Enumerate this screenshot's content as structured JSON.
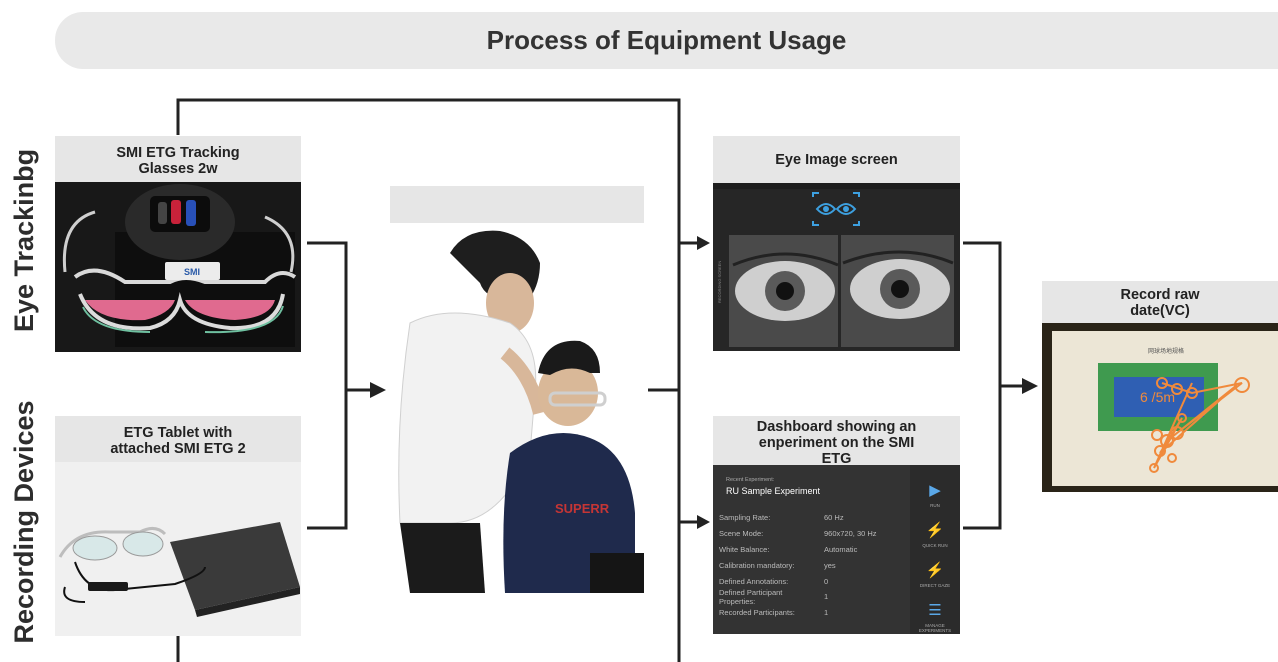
{
  "title": "Process of Equipment Usage",
  "side_labels": {
    "eye_tracking": "Eye Trackinbg",
    "recording_devices": "Recording Devices"
  },
  "panels": {
    "glasses": {
      "title_line1": "SMI ETG Tracking",
      "title_line2": "Glasses 2w",
      "brand": "SMI"
    },
    "tablet": {
      "title_line1": "ETG Tablet with",
      "title_line2": "attached SMI ETG 2"
    },
    "person": {
      "title": ""
    },
    "eye_image": {
      "title": "Eye Image screen",
      "side_text": "RECORDING SCREEN"
    },
    "dashboard": {
      "title_line1": "Dashboard showing an",
      "title_line2": "enperiment on the SMI",
      "title_line3": "ETG",
      "recent_label": "Recent Experiment:",
      "experiment_name": "RU Sample Experiment",
      "rows": [
        {
          "label": "Sampling Rate:",
          "value": "60 Hz"
        },
        {
          "label": "Scene Mode:",
          "value": "960x720, 30 Hz"
        },
        {
          "label": "White Balance:",
          "value": "Automatic"
        },
        {
          "label": "Calibration mandatory:",
          "value": "yes"
        },
        {
          "label": "Defined Annotations:",
          "value": "0"
        },
        {
          "label": "Defined Participant Properties:",
          "value": "1"
        },
        {
          "label": "Recorded Participants:",
          "value": "1"
        }
      ],
      "buttons": [
        "RUN",
        "QUICK RUN",
        "DIRECT GAZE",
        "MANAGE EXPERIMENTS"
      ]
    },
    "record": {
      "title_line1": "Record raw",
      "title_line2": "date(VC)",
      "overlay_text": "6 /5m",
      "screen_caption": "网球场地规格"
    }
  },
  "colors": {
    "panel_bg": "#e6e6e6",
    "line": "#222222",
    "gaze": "#f08a3c",
    "court_blue": "#2f5fb3",
    "court_green": "#3f9a4f"
  }
}
